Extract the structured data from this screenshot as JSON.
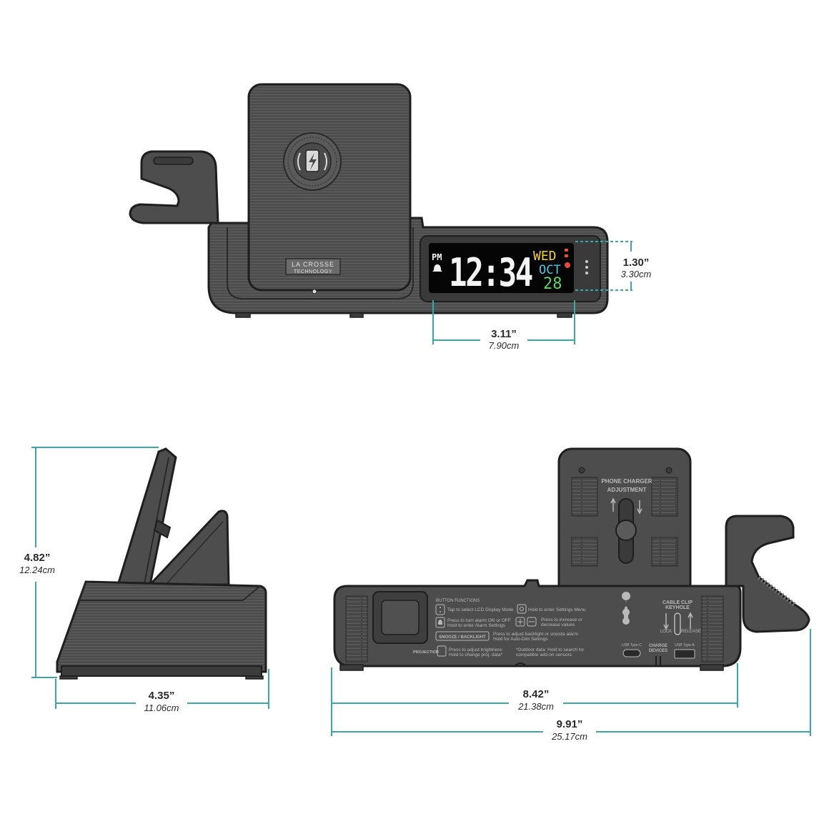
{
  "colors": {
    "device_body": "#4d4d4d",
    "device_dark": "#3c3c3c",
    "device_outline": "#1e1e1e",
    "dimension_line": "#3aa8a8",
    "lcd_bg": "#050505",
    "lcd_yellow": "#f2cf3a",
    "lcd_cyan": "#4fc6e6",
    "lcd_green": "#5fd35f",
    "lcd_red": "#e84a3a"
  },
  "icons": [
    "wireless-charging-icon",
    "bell-icon",
    "mode-icon",
    "settings-icon",
    "plus-icon",
    "minus-icon",
    "keyhole-icon"
  ],
  "front_view": {
    "brand_line1": "LA CROSSE",
    "brand_line2": "TECHNOLOGY",
    "lcd": {
      "pm": "PM",
      "time": "12:34",
      "day": "WED",
      "month": "OCT",
      "date": "28"
    },
    "dim_height": {
      "imperial": "1.30”",
      "metric": "3.30cm"
    },
    "dim_width": {
      "imperial": "3.11”",
      "metric": "7.90cm"
    }
  },
  "side_view": {
    "dim_height": {
      "imperial": "4.82”",
      "metric": "12.24cm"
    },
    "dim_depth": {
      "imperial": "4.35”",
      "metric": "11.06cm"
    }
  },
  "back_view": {
    "stand_title_1": "PHONE CHARGER",
    "stand_title_2": "ADJUSTMENT",
    "buttons_header": "BUTTON FUNCTIONS",
    "row1_a": "Tap to select LCD Display Mode",
    "row1_b": "Hold to enter Settings Menu",
    "row2_a1": "Press to turn alarm ON or OFF",
    "row2_a2": "Hold to enter Alarm Settings",
    "row2_b1": "Press to increase or",
    "row2_b2": "decrease values",
    "snooze_label": "SNOOZE / BACKLIGHT",
    "snooze_1": "Press to adjust backlight or snooze alarm",
    "snooze_2": "Hold for Auto-Dim Settings",
    "projection_label": "PROJECTION",
    "proj_1": "Press to adjust brightness",
    "proj_2": "Hold to change proj. data*",
    "outdoor_1": "*Outdoor data: Hold   to search for",
    "outdoor_2": "compatible add-on sensors",
    "cable_clip_1": "CABLE CLIP",
    "cable_clip_2": "KEYHOLE",
    "lock": "LOCK",
    "release": "RELEASE",
    "usb_c": "USB Type-C",
    "charge_1": "CHARGE",
    "charge_2": "DEVICES",
    "usb_a": "USB Type-A",
    "dim_inner_width": {
      "imperial": "8.42”",
      "metric": "21.38cm"
    },
    "dim_total_width": {
      "imperial": "9.91”",
      "metric": "25.17cm"
    }
  }
}
